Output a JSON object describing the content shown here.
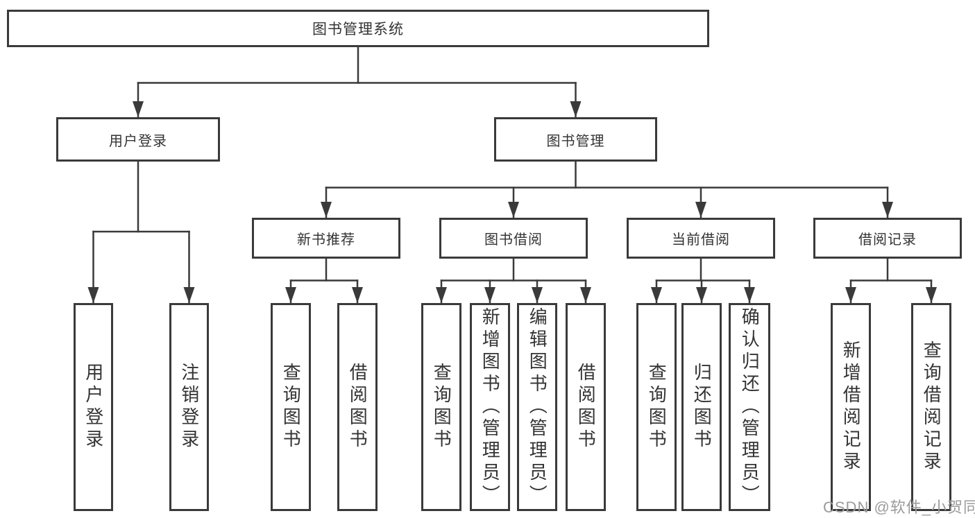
{
  "diagram": {
    "root": {
      "label": "图书管理系统"
    },
    "level1": {
      "user_login": {
        "label": "用户登录",
        "children": [
          "用户登录",
          "注销登录"
        ]
      },
      "book_mgmt": {
        "label": "图书管理"
      }
    },
    "level2": {
      "new_book": {
        "label": "新书推荐",
        "children": [
          "查询图书",
          "借阅图书"
        ]
      },
      "book_borrow": {
        "label": "图书借阅",
        "children": [
          "查询图书",
          "新增图书（管理员）",
          "编辑图书（管理员）",
          "借阅图书"
        ]
      },
      "current_borrow": {
        "label": "当前借阅",
        "children": [
          "查询图书",
          "归还图书",
          "确认归还（管理员）"
        ]
      },
      "borrow_records": {
        "label": "借阅记录",
        "children": [
          "新增借阅记录",
          "查询借阅记录"
        ]
      }
    }
  },
  "watermark": {
    "text": "CSDN @软件_小贺同学"
  },
  "colors": {
    "line": "#3a3a3a",
    "box_border": "#3a3a3a",
    "text": "#333333",
    "background": "#ffffff",
    "watermark_text": "#9b9b9b"
  }
}
